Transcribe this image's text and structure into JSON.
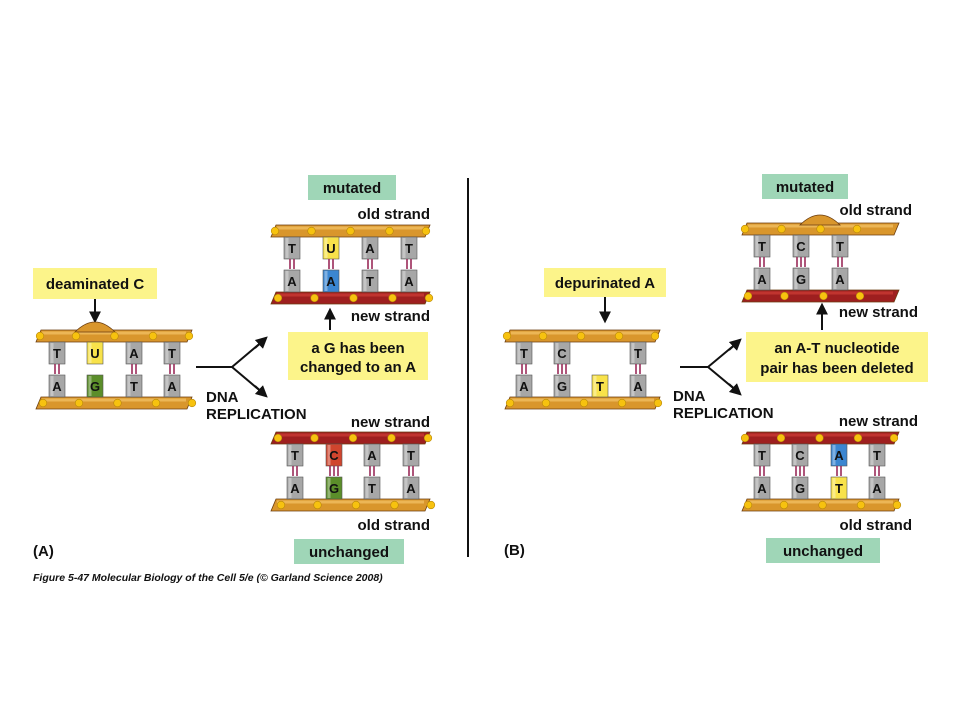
{
  "colors": {
    "strand_orange": "#D9962C",
    "strand_orange_light": "#F0BE62",
    "strand_red": "#9E1F1F",
    "strand_red_light": "#C83A33",
    "phosphate": "#F7C20F",
    "base_gray": "#A7A7A7",
    "base_green": "#5B8E2A",
    "base_blue": "#3B86D1",
    "base_yellow": "#F8E24A",
    "base_red": "#D0452E",
    "bond": "#9A2A59",
    "callout": "#FCF48A",
    "label_box": "#9FD6B7",
    "divider": "#111111"
  },
  "panel_a": {
    "letter": "(A)",
    "damage_label": "deaminated C",
    "replication_label_1": "DNA",
    "replication_label_2": "REPLICATION",
    "top_status": "mutated",
    "top_old_label": "old strand",
    "top_new_label": "new strand",
    "callout_line_1": "a G has been",
    "callout_line_2": "changed to an A",
    "bottom_new_label": "new strand",
    "bottom_old_label": "old strand",
    "bottom_status": "unchanged",
    "parent_pairs": [
      {
        "top": "T",
        "bottom": "A"
      },
      {
        "top": "U",
        "bottom": "G"
      },
      {
        "top": "A",
        "bottom": "T"
      },
      {
        "top": "T",
        "bottom": "A"
      }
    ],
    "mutated_pairs": [
      {
        "top": "T",
        "bottom": "A"
      },
      {
        "top": "U",
        "bottom": "A"
      },
      {
        "top": "A",
        "bottom": "T"
      },
      {
        "top": "T",
        "bottom": "A"
      }
    ],
    "unchanged_pairs": [
      {
        "top": "T",
        "bottom": "A"
      },
      {
        "top": "C",
        "bottom": "G"
      },
      {
        "top": "A",
        "bottom": "T"
      },
      {
        "top": "T",
        "bottom": "A"
      }
    ]
  },
  "panel_b": {
    "letter": "(B)",
    "damage_label": "depurinated A",
    "replication_label_1": "DNA",
    "replication_label_2": "REPLICATION",
    "top_status": "mutated",
    "top_old_label": "old strand",
    "top_new_label": "new strand",
    "callout_line_1": "an A-T nucleotide",
    "callout_line_2": "pair has been deleted",
    "bottom_new_label": "new strand",
    "bottom_old_label": "old strand",
    "bottom_status": "unchanged",
    "parent_pairs": [
      {
        "top": "T",
        "bottom": "A"
      },
      {
        "top": "C",
        "bottom": "G"
      },
      {
        "top": "",
        "bottom": "T"
      },
      {
        "top": "T",
        "bottom": "A"
      }
    ],
    "mutated_pairs": [
      {
        "top": "T",
        "bottom": "A"
      },
      {
        "top": "C",
        "bottom": "G"
      },
      {
        "top": "T",
        "bottom": "A"
      }
    ],
    "unchanged_pairs": [
      {
        "top": "T",
        "bottom": "A"
      },
      {
        "top": "C",
        "bottom": "G"
      },
      {
        "top": "A",
        "bottom": "T"
      },
      {
        "top": "T",
        "bottom": "A"
      }
    ]
  },
  "caption": "Figure 5-47 Molecular Biology of the Cell 5/e (© Garland Science 2008)"
}
